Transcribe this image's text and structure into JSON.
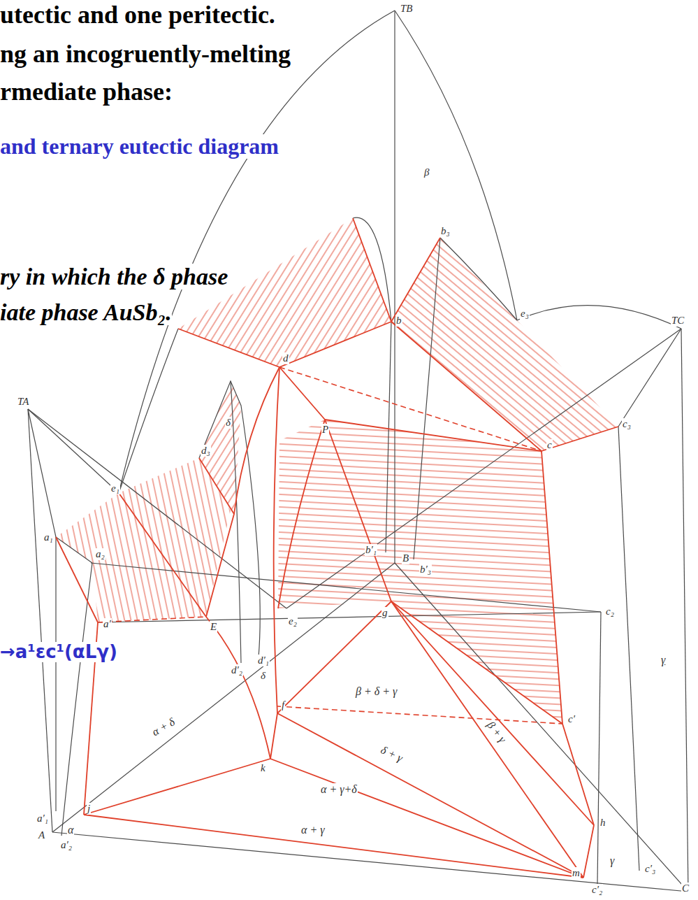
{
  "diagram": {
    "labels": [
      "utectic and one peritectic.",
      "ng an incogruently-melting",
      "rmediate phase:",
      "and ternary eutectic diagram",
      "ry in which the δ phase",
      "iate phase AuSb₂.",
      "→a¹εc¹(αLγ)",
      "TB",
      "b₃",
      "e₃",
      "d",
      "b",
      "P",
      "c",
      "c₃",
      "TC",
      "β",
      "d₃",
      "δ",
      "TA",
      "e₁",
      "a₁",
      "a₂",
      "a′",
      "E",
      "e₂",
      "b′₁",
      "B",
      "b′₃",
      "g",
      "c₂",
      "d′₂",
      "d′₁",
      "δ",
      "k",
      "f",
      "c′",
      "β + δ + γ",
      "β + γ",
      "δ + γ",
      "α + δ",
      "α + γ+δ",
      "α + γ",
      "γ",
      "γ",
      "α",
      "a′₁",
      "a′₂",
      "j",
      "h",
      "m",
      "c′₃",
      "c′₂",
      "A",
      "C"
    ]
  }
}
